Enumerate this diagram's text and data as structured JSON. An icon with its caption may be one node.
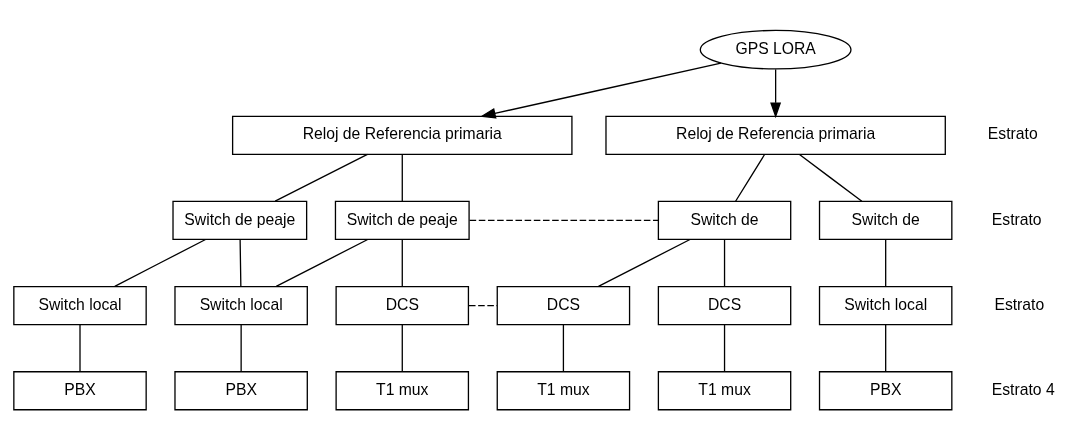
{
  "diagram": {
    "nodes": [
      {
        "text": [
          "GPS LORA"
        ]
      },
      {
        "text": [
          "Reloj de Referencia primaria"
        ]
      },
      {
        "text": [
          "Reloj de Referencia primaria"
        ]
      },
      {
        "text": [
          "Switch de peaje"
        ]
      },
      {
        "text": [
          "Switch de peaje"
        ]
      },
      {
        "text": [
          "Switch de"
        ]
      },
      {
        "text": [
          "Switch de"
        ]
      },
      {
        "text": [
          "Switch local"
        ]
      },
      {
        "text": [
          "Switch local"
        ]
      },
      {
        "text": [
          "DCS"
        ]
      },
      {
        "text": [
          "DCS"
        ]
      },
      {
        "text": [
          "DCS"
        ]
      },
      {
        "text": [
          "Switch local"
        ]
      },
      {
        "text": [
          "PBX"
        ]
      },
      {
        "text": [
          "PBX"
        ]
      },
      {
        "text": [
          "T1 mux"
        ]
      },
      {
        "text": [
          "T1 mux"
        ]
      },
      {
        "text": [
          "T1 mux"
        ]
      },
      {
        "text": [
          "PBX"
        ]
      }
    ],
    "edges": [
      {
        "from": 0,
        "to": 1,
        "arrow": "to"
      },
      {
        "from": 0,
        "to": 2,
        "arrow": "to"
      },
      {
        "from": 1,
        "to": 3,
        "arrow": "none"
      },
      {
        "from": 1,
        "to": 4,
        "arrow": "none"
      },
      {
        "from": 2,
        "to": 5,
        "arrow": "none"
      },
      {
        "from": 2,
        "to": 6,
        "arrow": "none"
      },
      {
        "from": 4,
        "to": 5,
        "arrow": "none",
        "style": "dashed"
      },
      {
        "from": 3,
        "to": 7,
        "arrow": "none"
      },
      {
        "from": 3,
        "to": 8,
        "arrow": "none"
      },
      {
        "from": 4,
        "to": 8,
        "arrow": "none"
      },
      {
        "from": 4,
        "to": 9,
        "arrow": "none"
      },
      {
        "from": 5,
        "to": 10,
        "arrow": "none"
      },
      {
        "from": 5,
        "to": 11,
        "arrow": "none"
      },
      {
        "from": 6,
        "to": 12,
        "arrow": "none"
      },
      {
        "from": 9,
        "to": 10,
        "arrow": "none",
        "style": "dashed"
      },
      {
        "from": 7,
        "to": 13,
        "arrow": "none"
      },
      {
        "from": 8,
        "to": 14,
        "arrow": "none"
      },
      {
        "from": 9,
        "to": 15,
        "arrow": "none"
      },
      {
        "from": 10,
        "to": 16,
        "arrow": "none"
      },
      {
        "from": 11,
        "to": 17,
        "arrow": "none"
      },
      {
        "from": 12,
        "to": 18,
        "arrow": "none"
      }
    ],
    "labels": [
      "Estrato",
      "Estrato",
      "Estrato",
      "Estrato 4"
    ]
  }
}
